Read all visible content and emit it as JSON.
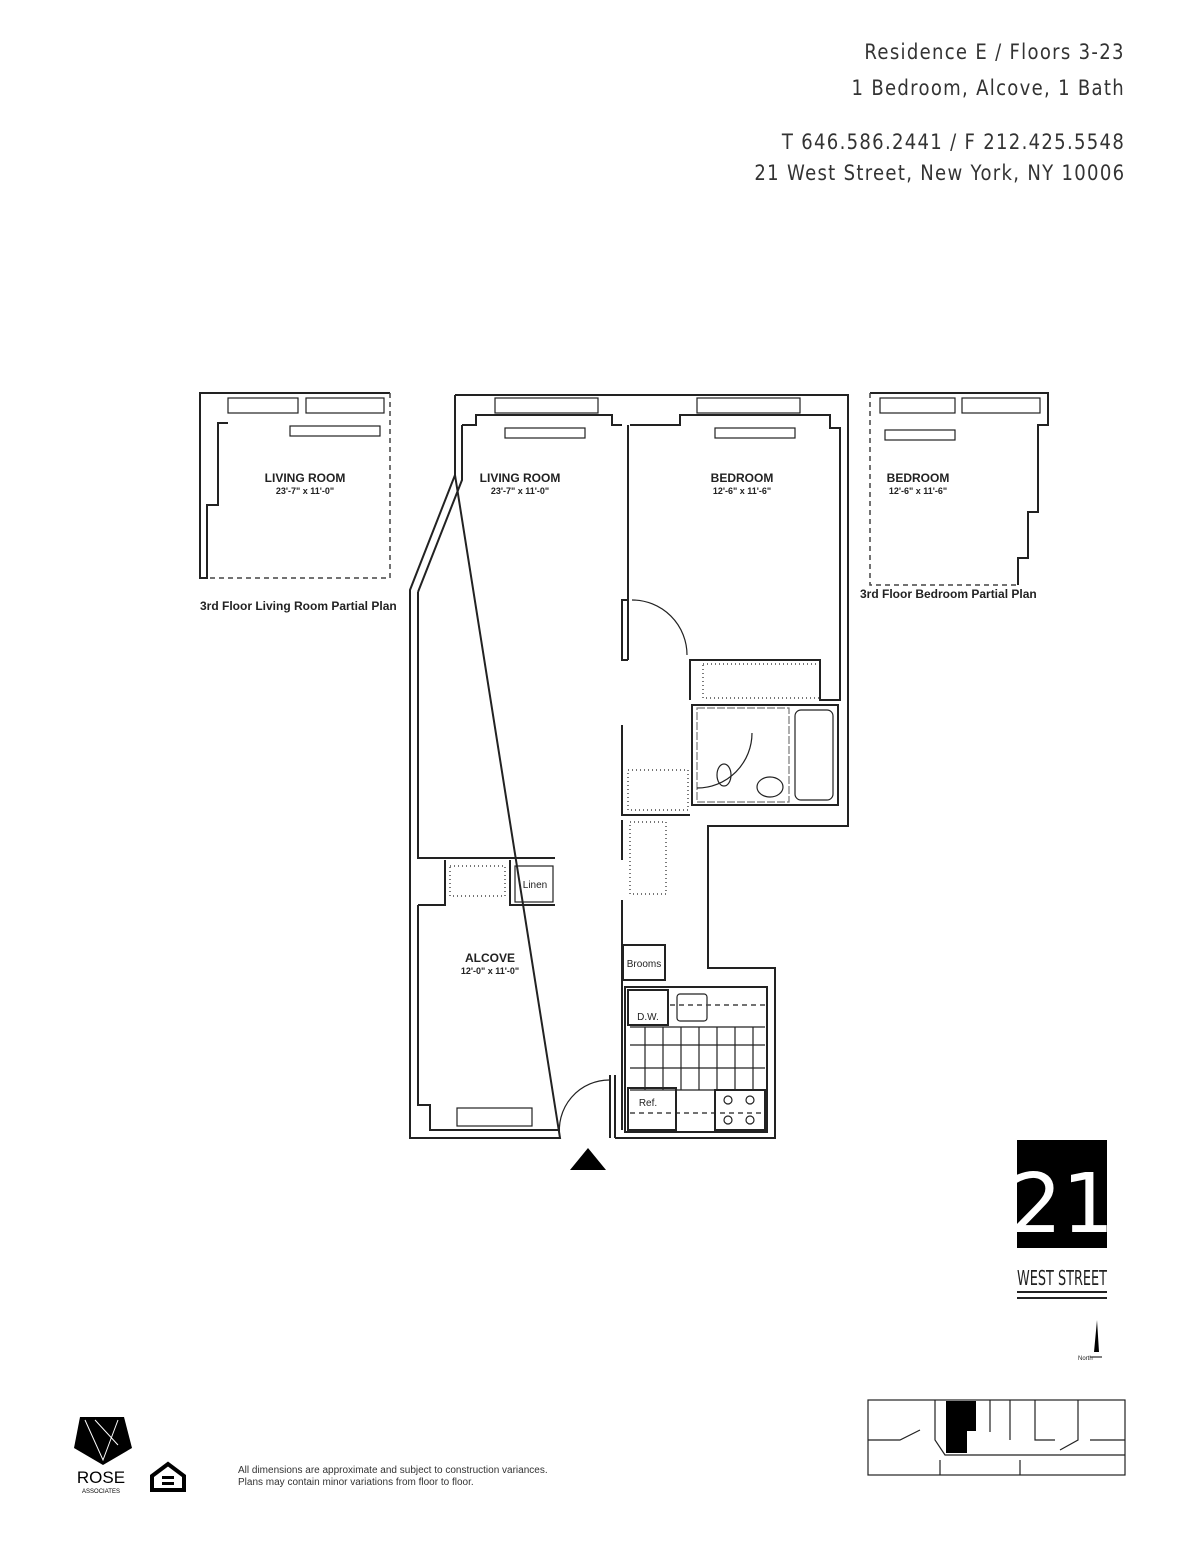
{
  "header": {
    "residence": "Residence E   /   Floors 3-23",
    "layout": "1 Bedroom, Alcove, 1 Bath",
    "phone_fax": "T 646.586.2441  /  F 212.425.5548",
    "address": "21 West Street, New York, NY 10006"
  },
  "rooms": {
    "living_room": {
      "name": "LIVING ROOM",
      "size": "23'-7\" x 11'-0\""
    },
    "bedroom": {
      "name": "BEDROOM",
      "size": "12'-6\" x 11'-6\""
    },
    "alcove": {
      "name": "ALCOVE",
      "size": "12'-0\" x 11'-0\""
    },
    "linen": "Linen",
    "brooms": "Brooms",
    "dishwasher": "D.W.",
    "refrigerator": "Ref."
  },
  "partial_plans": {
    "living_caption": "3rd Floor Living Room Partial Plan",
    "bedroom_caption": "3rd Floor Bedroom Partial Plan",
    "living_room": {
      "name": "LIVING ROOM",
      "size": "23'-7\" x 11'-0\""
    },
    "bedroom": {
      "name": "BEDROOM",
      "size": "12'-6\" x 11'-6\""
    }
  },
  "logo": {
    "number": "21",
    "name": "WEST STREET"
  },
  "north_label": "North",
  "developer": {
    "name": "ROSE",
    "sub": "ASSOCIATES"
  },
  "icons": {
    "entry": "entry-triangle-icon",
    "equal_housing": "equal-housing-icon",
    "north": "north-arrow-icon"
  },
  "disclaimer": {
    "line1": "All dimensions are approximate and subject to construction variances.",
    "line2": "Plans may contain minor variations from floor to floor."
  }
}
